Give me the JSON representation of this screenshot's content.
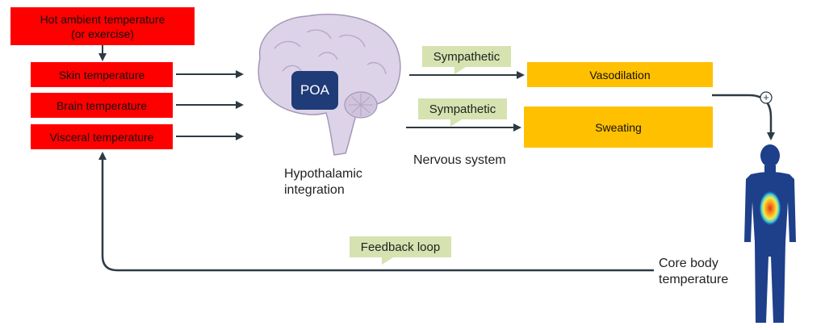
{
  "boxes": {
    "ambient": "Hot ambient temperature\n(or exercise)",
    "skin": "Skin temperature",
    "brain": "Brain temperature",
    "visceral": "Visceral temperature",
    "vasodilation": "Vasodilation",
    "sweating": "Sweating"
  },
  "callouts": {
    "sympathetic_1": "Sympathetic",
    "sympathetic_2": "Sympathetic",
    "feedback": "Feedback loop"
  },
  "labels": {
    "poa": "POA",
    "hypothalamic": "Hypothalamic\nintegration",
    "nervous_system": "Nervous system",
    "core_body": "Core body\ntemperature",
    "plus_sign": "+"
  },
  "colors": {
    "red": "#ff0000",
    "orange": "#ffc000",
    "callout_green": "#d6e2b0",
    "brain_purple": "#d9cfe4",
    "poa_navy": "#1f3c78",
    "body_blue": "#1e3f8a",
    "arrow": "#2d3a44"
  },
  "icons": [
    "brain-illustration",
    "human-body-icon",
    "plus-circle-icon"
  ]
}
